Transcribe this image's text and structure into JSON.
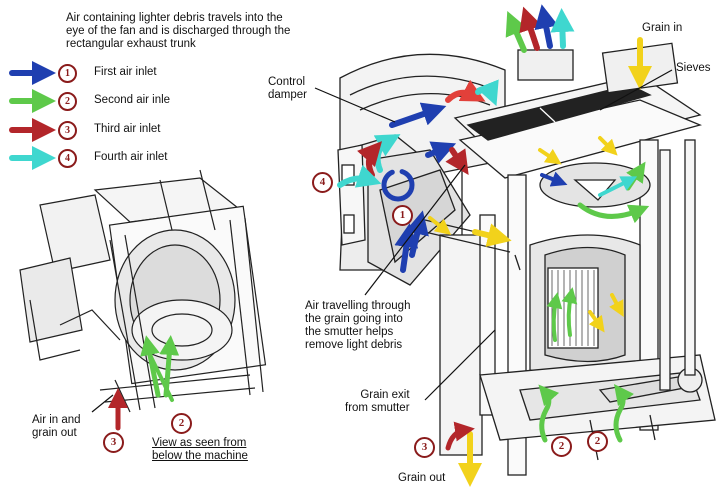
{
  "caption": {
    "fan_exhaust": [
      "Air containing lighter debris travels into the",
      "eye of the fan and is discharged through the",
      "rectangular exhaust trunk"
    ],
    "control_damper": [
      "Control",
      "damper"
    ],
    "grain_in": "Grain in",
    "sieves": "Sieves",
    "air_through_grain": [
      "Air travelling through",
      "the grain going into",
      "the smutter helps",
      "remove light debris"
    ],
    "grain_exit": [
      "Grain exit",
      "from smutter"
    ],
    "grain_out": "Grain out",
    "air_in_grain_out": [
      "Air in and",
      "grain out"
    ],
    "view_below": [
      "View as seen from",
      "below the machine"
    ]
  },
  "legend": [
    {
      "num": "1",
      "label": "First air inlet",
      "color": "#1f3fb0"
    },
    {
      "num": "2",
      "label": "Second air inle",
      "color": "#5ec94a"
    },
    {
      "num": "3",
      "label": "Third air inlet",
      "color": "#b3262a"
    },
    {
      "num": "4",
      "label": "Fourth air inlet",
      "color": "#3fd7cf"
    }
  ],
  "markers": {
    "m1": "1",
    "m2a": "2",
    "m2b": "2",
    "m2c": "2",
    "m3a": "3",
    "m3b": "3",
    "m4": "4"
  },
  "colors": {
    "blue": "#1f3fb0",
    "green": "#5ec94a",
    "red": "#b3262a",
    "cyan": "#3fd7cf",
    "yellow": "#f2d21b",
    "marker": "#8a1b1b"
  }
}
